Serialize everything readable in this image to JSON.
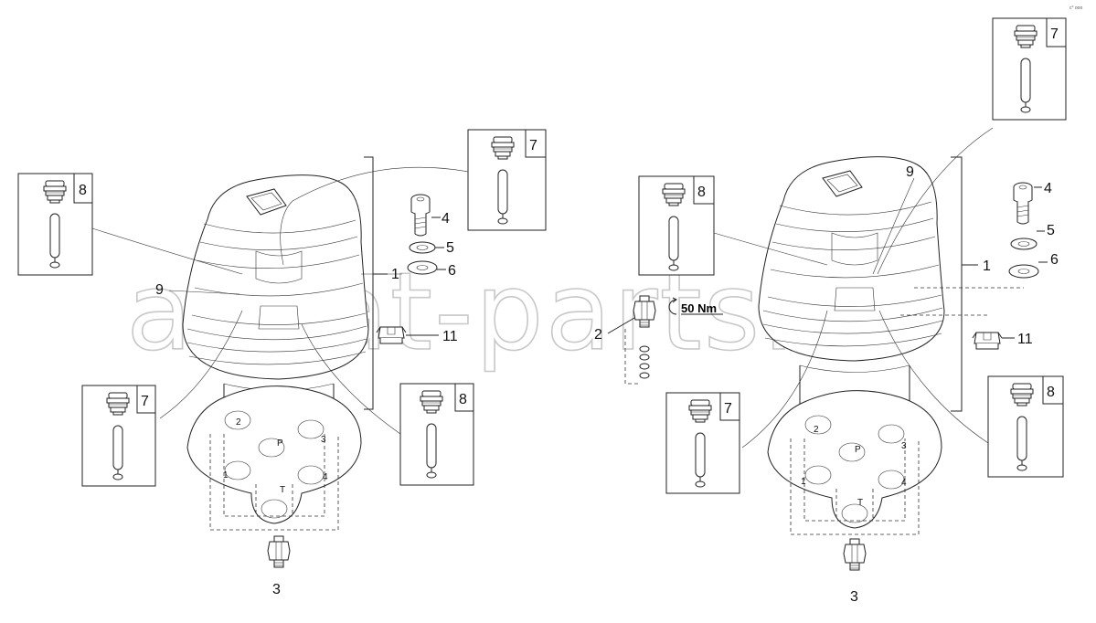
{
  "watermark": "ansat-parts.ru",
  "corner_mark": "c° ooo",
  "torque": "50 Nm",
  "callouts": {
    "n1": "1",
    "n2": "2",
    "n3": "3",
    "n4": "4",
    "n5": "5",
    "n6": "6",
    "n7": "7",
    "n8": "8",
    "n9": "9",
    "n11": "11"
  },
  "ports": {
    "p1": "1",
    "p2": "2",
    "p3": "3",
    "p4": "4",
    "pP": "P",
    "pT": "T"
  }
}
